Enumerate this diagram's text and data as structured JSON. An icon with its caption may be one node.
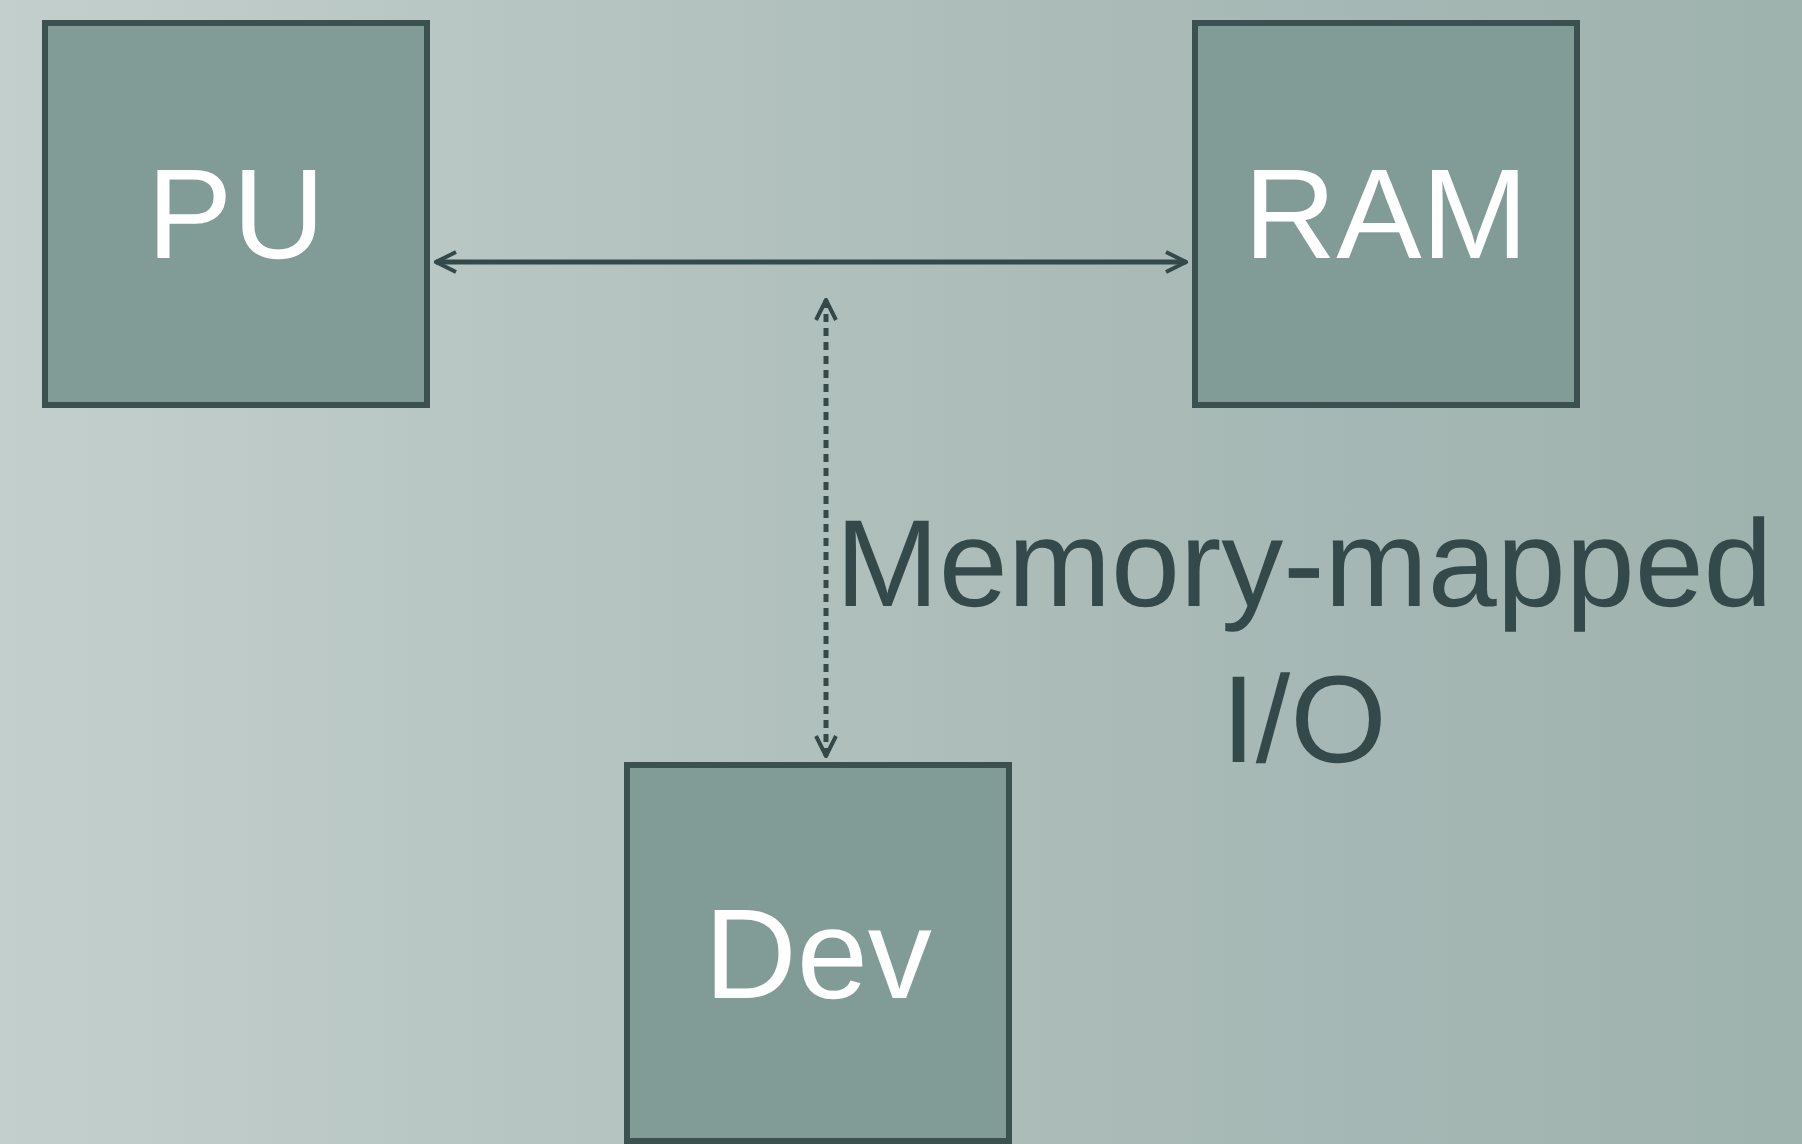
{
  "diagram": {
    "nodes": [
      {
        "text": [
          "PU"
        ]
      },
      {
        "text": [
          "RAM"
        ]
      },
      {
        "text": [
          "Dev"
        ]
      }
    ],
    "edges": [
      {
        "from": 0,
        "to": 1,
        "arrow": "both"
      },
      {
        "from": null,
        "to": 2,
        "arrow": "both",
        "style": "dashed",
        "label": "Memory-mapped I/O"
      }
    ]
  }
}
